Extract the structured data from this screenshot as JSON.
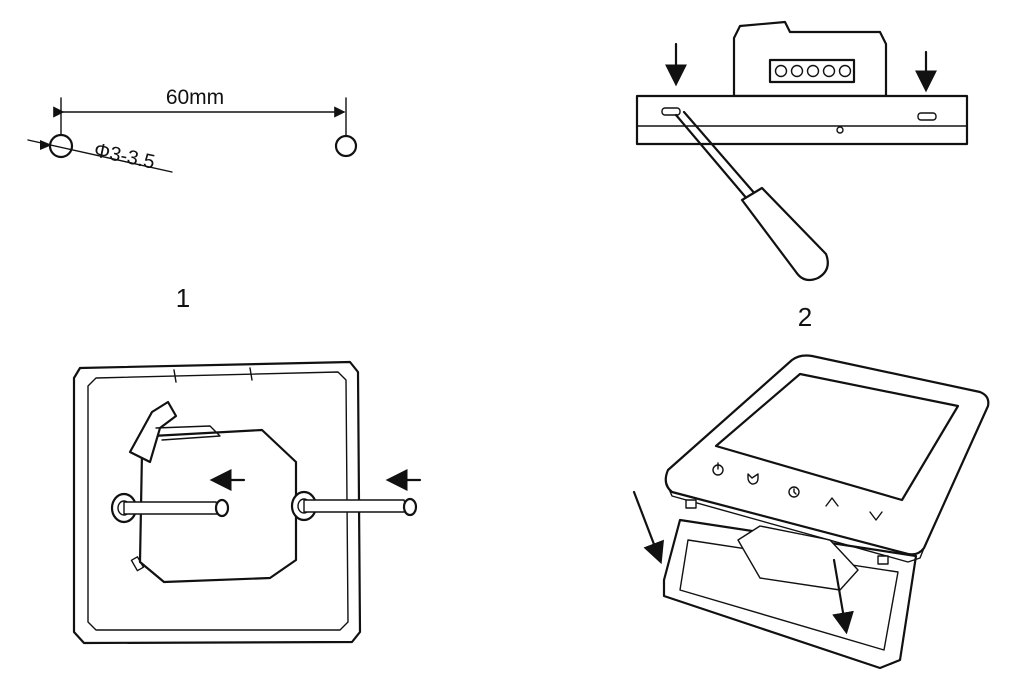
{
  "steps": {
    "step1": {
      "number": "1",
      "dimension": "60mm",
      "hole_diameter": "Φ3-3.5"
    },
    "step2": {
      "number": "2"
    },
    "step2_terminals": [
      "",
      "",
      "",
      "",
      ""
    ],
    "step4_buttons": [
      {
        "icon": "power-icon"
      },
      {
        "icon": "mode-icon"
      },
      {
        "icon": "clock-icon"
      },
      {
        "icon": "up-chevron-icon"
      },
      {
        "icon": "down-chevron-icon"
      }
    ]
  }
}
